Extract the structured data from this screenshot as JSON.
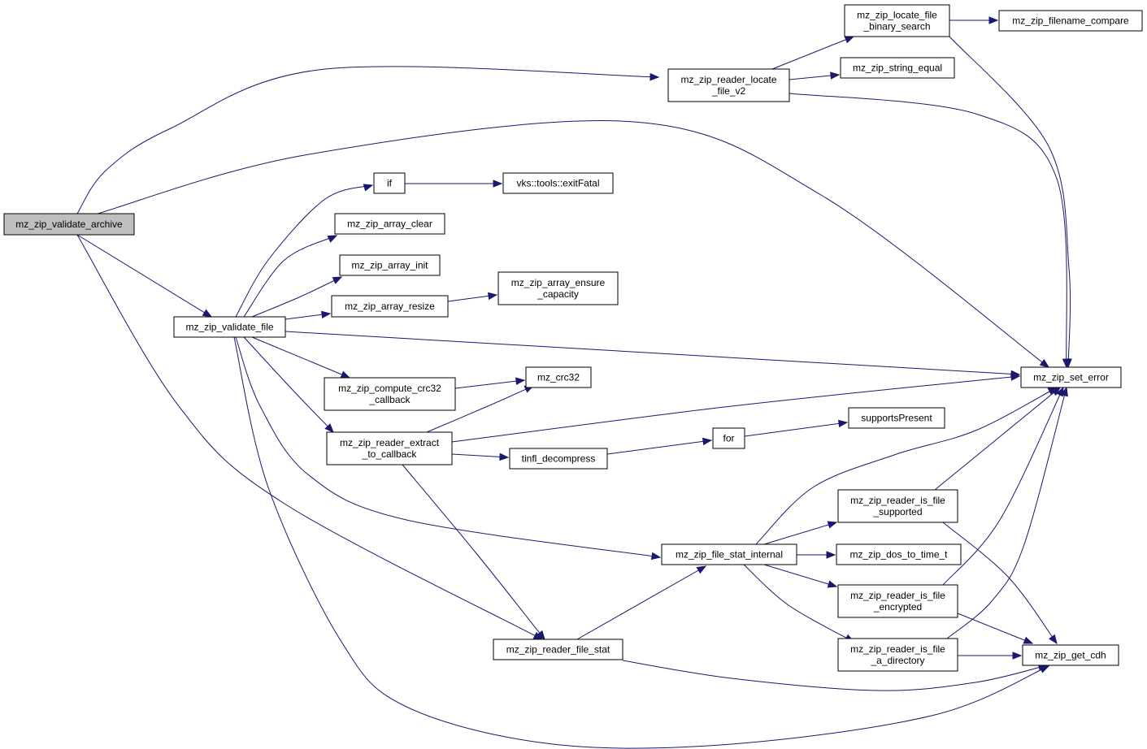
{
  "colors": {
    "edge": "#191970",
    "root_fill": "#bfbfbf",
    "node_fill": "#ffffff"
  },
  "nodes": {
    "validate_archive": {
      "lines": [
        "mz_zip_validate_archive"
      ],
      "root": true
    },
    "reader_locate_file_v2": {
      "lines": [
        "mz_zip_reader_locate",
        "_file_v2"
      ]
    },
    "locate_file_binary_search": {
      "lines": [
        "mz_zip_locate_file",
        "_binary_search"
      ]
    },
    "filename_compare": {
      "lines": [
        "mz_zip_filename_compare"
      ]
    },
    "string_equal": {
      "lines": [
        "mz_zip_string_equal"
      ]
    },
    "if": {
      "lines": [
        "if"
      ]
    },
    "exitFatal": {
      "lines": [
        "vks::tools::exitFatal"
      ]
    },
    "array_clear": {
      "lines": [
        "mz_zip_array_clear"
      ]
    },
    "array_init": {
      "lines": [
        "mz_zip_array_init"
      ]
    },
    "array_ensure_capacity": {
      "lines": [
        "mz_zip_array_ensure",
        "_capacity"
      ]
    },
    "array_resize": {
      "lines": [
        "mz_zip_array_resize"
      ]
    },
    "validate_file": {
      "lines": [
        "mz_zip_validate_file"
      ]
    },
    "set_error": {
      "lines": [
        "mz_zip_set_error"
      ]
    },
    "compute_crc32_callback": {
      "lines": [
        "mz_zip_compute_crc32",
        "_callback"
      ]
    },
    "crc32": {
      "lines": [
        "mz_crc32"
      ]
    },
    "reader_extract_to_callback": {
      "lines": [
        "mz_zip_reader_extract",
        "_to_callback"
      ]
    },
    "supportsPresent": {
      "lines": [
        "supportsPresent"
      ]
    },
    "for": {
      "lines": [
        "for"
      ]
    },
    "tinfl_decompress": {
      "lines": [
        "tinfl_decompress"
      ]
    },
    "reader_is_file_supported": {
      "lines": [
        "mz_zip_reader_is_file",
        "_supported"
      ]
    },
    "file_stat_internal": {
      "lines": [
        "mz_zip_file_stat_internal"
      ]
    },
    "dos_to_time_t": {
      "lines": [
        "mz_zip_dos_to_time_t"
      ]
    },
    "reader_is_file_encrypted": {
      "lines": [
        "mz_zip_reader_is_file",
        "_encrypted"
      ]
    },
    "reader_file_stat": {
      "lines": [
        "mz_zip_reader_file_stat"
      ]
    },
    "reader_is_file_a_directory": {
      "lines": [
        "mz_zip_reader_is_file",
        "_a_directory"
      ]
    },
    "get_cdh": {
      "lines": [
        "mz_zip_get_cdh"
      ]
    }
  },
  "edges": [
    [
      "validate_archive",
      "reader_locate_file_v2"
    ],
    [
      "validate_archive",
      "set_error"
    ],
    [
      "validate_archive",
      "validate_file"
    ],
    [
      "validate_archive",
      "reader_file_stat"
    ],
    [
      "reader_locate_file_v2",
      "locate_file_binary_search"
    ],
    [
      "reader_locate_file_v2",
      "string_equal"
    ],
    [
      "reader_locate_file_v2",
      "set_error"
    ],
    [
      "locate_file_binary_search",
      "filename_compare"
    ],
    [
      "locate_file_binary_search",
      "set_error"
    ],
    [
      "if",
      "exitFatal"
    ],
    [
      "array_resize",
      "array_ensure_capacity"
    ],
    [
      "validate_file",
      "if"
    ],
    [
      "validate_file",
      "array_clear"
    ],
    [
      "validate_file",
      "array_init"
    ],
    [
      "validate_file",
      "array_resize"
    ],
    [
      "validate_file",
      "set_error"
    ],
    [
      "validate_file",
      "compute_crc32_callback"
    ],
    [
      "validate_file",
      "reader_extract_to_callback"
    ],
    [
      "validate_file",
      "file_stat_internal"
    ],
    [
      "validate_file",
      "get_cdh"
    ],
    [
      "compute_crc32_callback",
      "crc32"
    ],
    [
      "reader_extract_to_callback",
      "crc32"
    ],
    [
      "reader_extract_to_callback",
      "set_error"
    ],
    [
      "reader_extract_to_callback",
      "tinfl_decompress"
    ],
    [
      "reader_extract_to_callback",
      "reader_file_stat"
    ],
    [
      "tinfl_decompress",
      "for"
    ],
    [
      "for",
      "supportsPresent"
    ],
    [
      "reader_file_stat",
      "file_stat_internal"
    ],
    [
      "reader_file_stat",
      "get_cdh"
    ],
    [
      "file_stat_internal",
      "set_error"
    ],
    [
      "file_stat_internal",
      "reader_is_file_supported"
    ],
    [
      "file_stat_internal",
      "dos_to_time_t"
    ],
    [
      "file_stat_internal",
      "reader_is_file_encrypted"
    ],
    [
      "file_stat_internal",
      "reader_is_file_a_directory"
    ],
    [
      "reader_is_file_supported",
      "set_error"
    ],
    [
      "reader_is_file_supported",
      "get_cdh"
    ],
    [
      "reader_is_file_encrypted",
      "set_error"
    ],
    [
      "reader_is_file_encrypted",
      "get_cdh"
    ],
    [
      "reader_is_file_a_directory",
      "set_error"
    ],
    [
      "reader_is_file_a_directory",
      "get_cdh"
    ]
  ]
}
